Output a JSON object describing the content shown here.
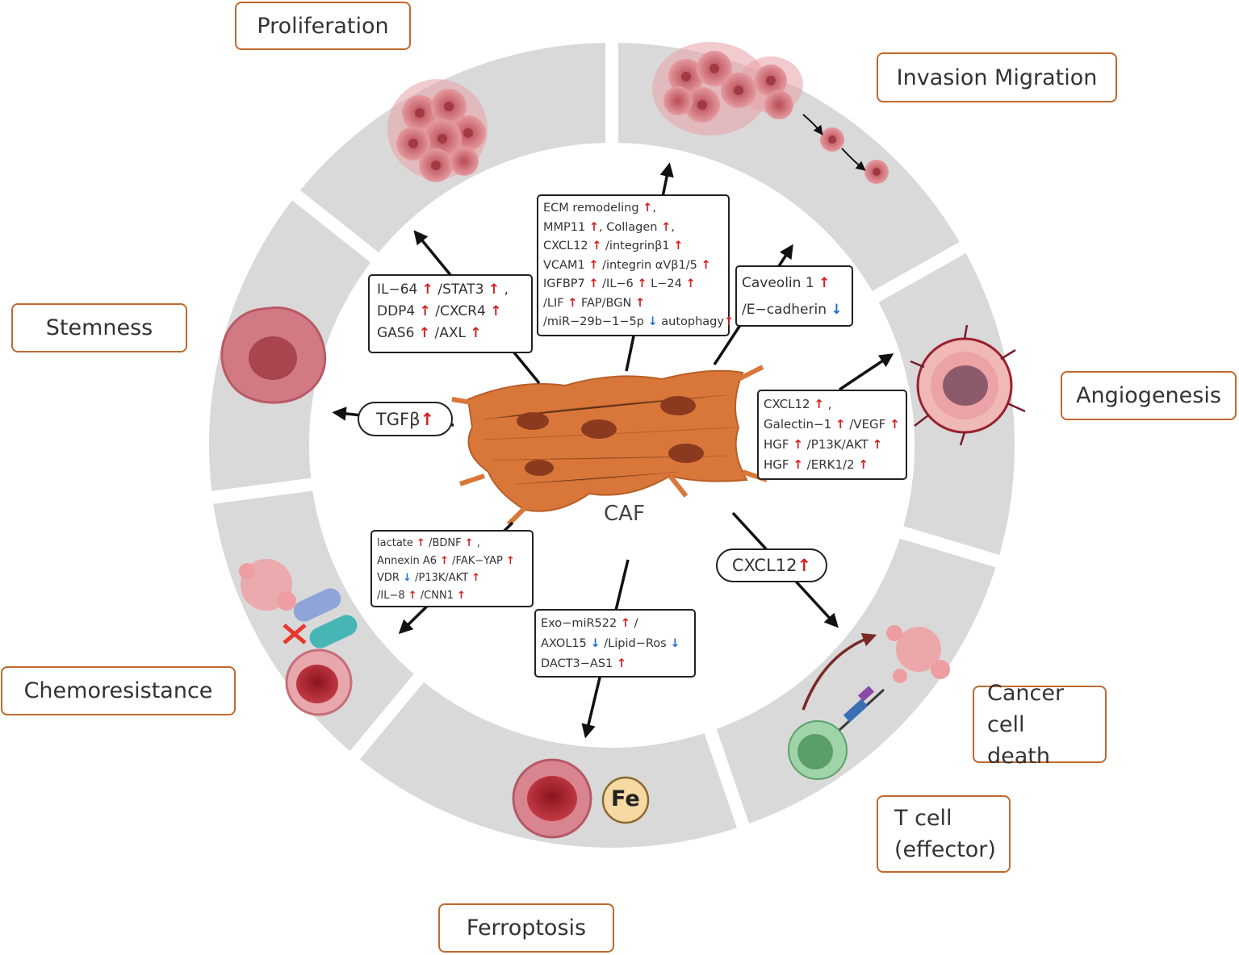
{
  "center_label": "CAF",
  "outcomes": {
    "proliferation": "Proliferation",
    "invasion_migration": "Invasion Migration",
    "stemness": "Stemness",
    "angiogenesis": "Angiogenesis",
    "chemoresistance": "Chemoresistance",
    "cancer_cell_death_1": "Cancer cell",
    "cancer_cell_death_2": "death",
    "t_cell_1": "T cell",
    "t_cell_2": "(effector)",
    "ferroptosis": "Ferroptosis"
  },
  "fe_label": "Fe",
  "tgfb_label": "TGFβ",
  "cxcl12_label": "CXCL12",
  "boxes": {
    "invasion": [
      [
        "ECM remodeling ",
        "up",
        ","
      ],
      [
        "MMP11 ",
        "up",
        ",  Collagen ",
        "up",
        ","
      ],
      [
        "CXCL12 ",
        "up",
        " /integrinβ1 ",
        "up"
      ],
      [
        "VCAM1  ",
        "up",
        " /integrin αVβ1/5 ",
        "up"
      ],
      [
        "IGFBP7 ",
        "up",
        " /IL−6 ",
        "up",
        "  L−24 ",
        "up"
      ],
      [
        "/LIF ",
        "up",
        "     FAP/BGN ",
        "up"
      ],
      [
        "/miR−29b−1−5p ",
        "down",
        " autophagy",
        "up"
      ]
    ],
    "proliferation": [
      [
        "IL−64 ",
        "up",
        " /STAT3  ",
        "up",
        " ,"
      ],
      [
        "DDP4 ",
        "up",
        " /CXCR4 ",
        "up"
      ],
      [
        "GAS6 ",
        "up",
        " /AXL  ",
        "up"
      ]
    ],
    "caveolin": [
      [
        "Caveolin 1 ",
        "up"
      ],
      [
        "/E−cadherin ",
        "down"
      ]
    ],
    "angiogenesis": [
      [
        "CXCL12 ",
        "up",
        " ,"
      ],
      [
        "Galectin−1 ",
        "up",
        " /VEGF ",
        "up"
      ],
      [
        "HGF  ",
        "up",
        " /P13K/AKT ",
        "up"
      ],
      [
        "HGF  ",
        "up",
        " /ERK1/2  ",
        "up"
      ]
    ],
    "chemoresistance": [
      [
        "lactate ",
        "up",
        " /BDNF  ",
        "up",
        " ,"
      ],
      [
        "Annexin A6 ",
        "up",
        " /FAK−YAP  ",
        "up"
      ],
      [
        "VDR  ",
        "down",
        " /P13K/AKT ",
        "up"
      ],
      [
        "/IL−8  ",
        "up",
        " /CNN1  ",
        "up"
      ]
    ],
    "ferroptosis": [
      [
        "Exo−miR522 ",
        "up",
        " /"
      ],
      [
        "AXOL15 ",
        "down",
        " /Lipid−Ros ",
        "down"
      ],
      [
        "DACT3−AS1  ",
        "up"
      ]
    ]
  },
  "colors": {
    "ring": "#d9d9d9",
    "outcome_border": "#c0692e",
    "caf": "#d9773a",
    "up_arrow": "#d41f1f",
    "down_arrow": "#1f6fd4"
  }
}
